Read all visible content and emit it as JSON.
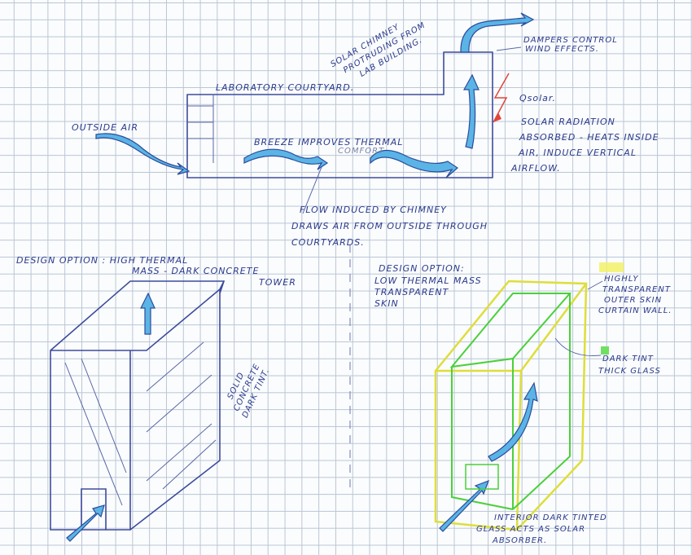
{
  "top_section": {
    "courtyard_label": "LABORATORY COURTYARD.",
    "outside_air_label": "OUTSIDE AIR",
    "breeze_label": "BREEZE IMPROVES THERMAL",
    "comfort_label": "COMFORT",
    "chimney_label": [
      "SOLAR CHIMNEY",
      "PROTRUDING FROM",
      "LAB BUILDING."
    ],
    "dampers_label": [
      "DAMPERS CONTROL",
      "WIND EFFECTS."
    ],
    "qsolar_label": "Qsolar.",
    "solar_radiation_label": [
      "SOLAR RADIATION",
      "ABSORBED - HEATS INSIDE",
      "AIR, INDUCE VERTICAL",
      "AIRFLOW."
    ],
    "flow_label": [
      "FLOW INDUCED BY CHIMNEY",
      "DRAWS AIR FROM OUTSIDE THROUGH",
      "COURTYARDS."
    ]
  },
  "left_option": {
    "title": [
      "DESIGN OPTION : HIGH THERMAL",
      "MASS - DARK CONCRETE",
      "TOWER"
    ],
    "side_label": [
      "SOLID",
      "CONCRETE",
      "DARK TINT."
    ]
  },
  "right_option": {
    "title": [
      "DESIGN OPTION:",
      "LOW THERMAL MASS",
      "TRANSPARENT",
      "SKIN"
    ],
    "outer_skin_label": [
      "HIGHLY",
      "TRANSPARENT",
      "OUTER SKIN",
      "CURTAIN WALL."
    ],
    "dark_tint_label": [
      "DARK TINT",
      "THICK GLASS"
    ],
    "interior_label": [
      "INTERIOR DARK TINTED",
      "GLASS ACTS AS SOLAR",
      "ABSORBER."
    ]
  },
  "colors": {
    "ink": "#2a3a8c",
    "air_arrow": "#5ab4e6",
    "solar": "#e2453a",
    "outer_skin": "#e6e84a",
    "inner_glass": "#5ad84a"
  }
}
